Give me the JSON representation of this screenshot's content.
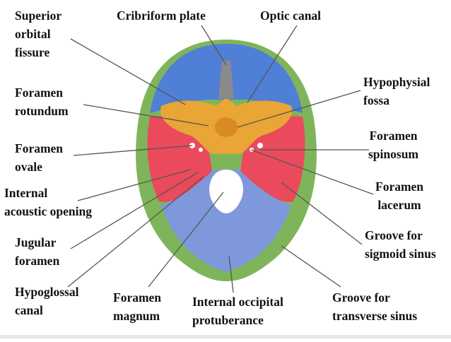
{
  "labels": {
    "superior_orbital_fissure": [
      "Superior",
      "orbital",
      "fissure"
    ],
    "cribriform_plate": [
      "Cribriform plate"
    ],
    "optic_canal": [
      "Optic canal"
    ],
    "foramen_rotundum": [
      "Foramen",
      "rotundum"
    ],
    "hypophysial_fossa": [
      "Hypophysial",
      "fossa"
    ],
    "foramen_ovale": [
      "Foramen",
      "ovale"
    ],
    "foramen_spinosum": [
      "Foramen",
      "spinosum"
    ],
    "internal_acoustic_opening": [
      "Internal",
      "acoustic opening"
    ],
    "foramen_lacerum": [
      "Foramen",
      "lacerum"
    ],
    "jugular_foramen": [
      "Jugular",
      "foramen"
    ],
    "groove_sigmoid_sinus": [
      "Groove for",
      "sigmoid sinus"
    ],
    "hypoglossal_canal": [
      "Hypoglossal",
      "canal"
    ],
    "foramen_magnum": [
      "Foramen",
      "magnum"
    ],
    "internal_occipital_protuberance": [
      "Internal occipital",
      "protuberance"
    ],
    "groove_transverse_sinus": [
      "Groove for",
      "transverse sinus"
    ]
  },
  "colors": {
    "anterior_fossa": "#4f7fd6",
    "middle_fossa": "#ea4a5c",
    "posterior_fossa": "#7f98dc",
    "sphenoid": "#e9a536",
    "rim": "#7fb55a",
    "leader_line": "#555555",
    "text": "#111111"
  }
}
